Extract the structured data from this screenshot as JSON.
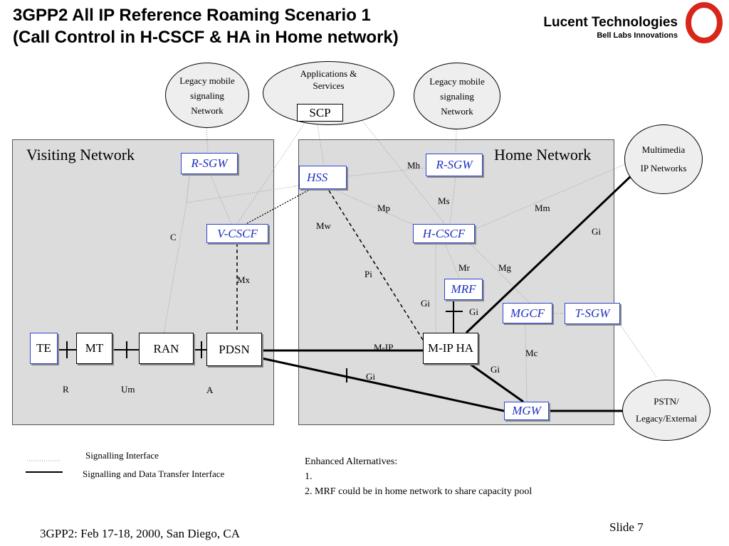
{
  "slide": {
    "title_line1": "3GPP2 All IP Reference Roaming Scenario 1",
    "title_line2": "(Call Control in H-CSCF & HA in Home network)",
    "logo_name": "Lucent Technologies",
    "logo_tagline": "Bell Labs Innovations",
    "footer_left": "3GPP2: Feb 17-18, 2000, San Diego, CA",
    "footer_right": "Slide 7"
  },
  "regions": {
    "visiting": "Visiting Network",
    "home": "Home Network"
  },
  "clouds": {
    "legacy_left": [
      "Legacy mobile",
      "signaling",
      "Network"
    ],
    "apps": [
      "Applications &",
      "Services"
    ],
    "legacy_right": [
      "Legacy mobile",
      "signaling",
      "Network"
    ],
    "multimedia": [
      "Multimedia",
      "IP Networks"
    ],
    "pstn": [
      "PSTN/",
      "Legacy/External"
    ]
  },
  "nodes": {
    "scp": "SCP",
    "rsgw_visit": "R-SGW",
    "rsgw_home": "R-SGW",
    "hss": "HSS",
    "vcscf": "V-CSCF",
    "hcscf": "H-CSCF",
    "mrf": "MRF",
    "mgcf": "MGCF",
    "tsgw": "T-SGW",
    "te": "TE",
    "mt": "MT",
    "ran": "RAN",
    "pdsn": "PDSN",
    "mipha": "M-IP HA",
    "mgw": "MGW"
  },
  "interfaces": {
    "c": "C",
    "mx": "Mx",
    "mh": "Mh",
    "ms": "Ms",
    "mp": "Mp",
    "mm": "Mm",
    "mw": "Mw",
    "gi_mm": "Gi",
    "pi": "Pi",
    "mr": "Mr",
    "mg": "Mg",
    "gi_mrf_left": "Gi",
    "gi_mrf_right": "Gi",
    "mip": "M-IP",
    "mc": "Mc",
    "gi_ha_mgw": "Gi",
    "gi_pdsn_mgw": "Gi",
    "r": "R",
    "um": "Um",
    "a": "A"
  },
  "legend": {
    "signalling": "Signalling Interface",
    "signalling_data": "Signalling and Data Transfer Interface"
  },
  "notes": {
    "heading": "Enhanced Alternatives:",
    "item1": "1.",
    "item2": "2. MRF could be in home network to share capacity pool"
  }
}
